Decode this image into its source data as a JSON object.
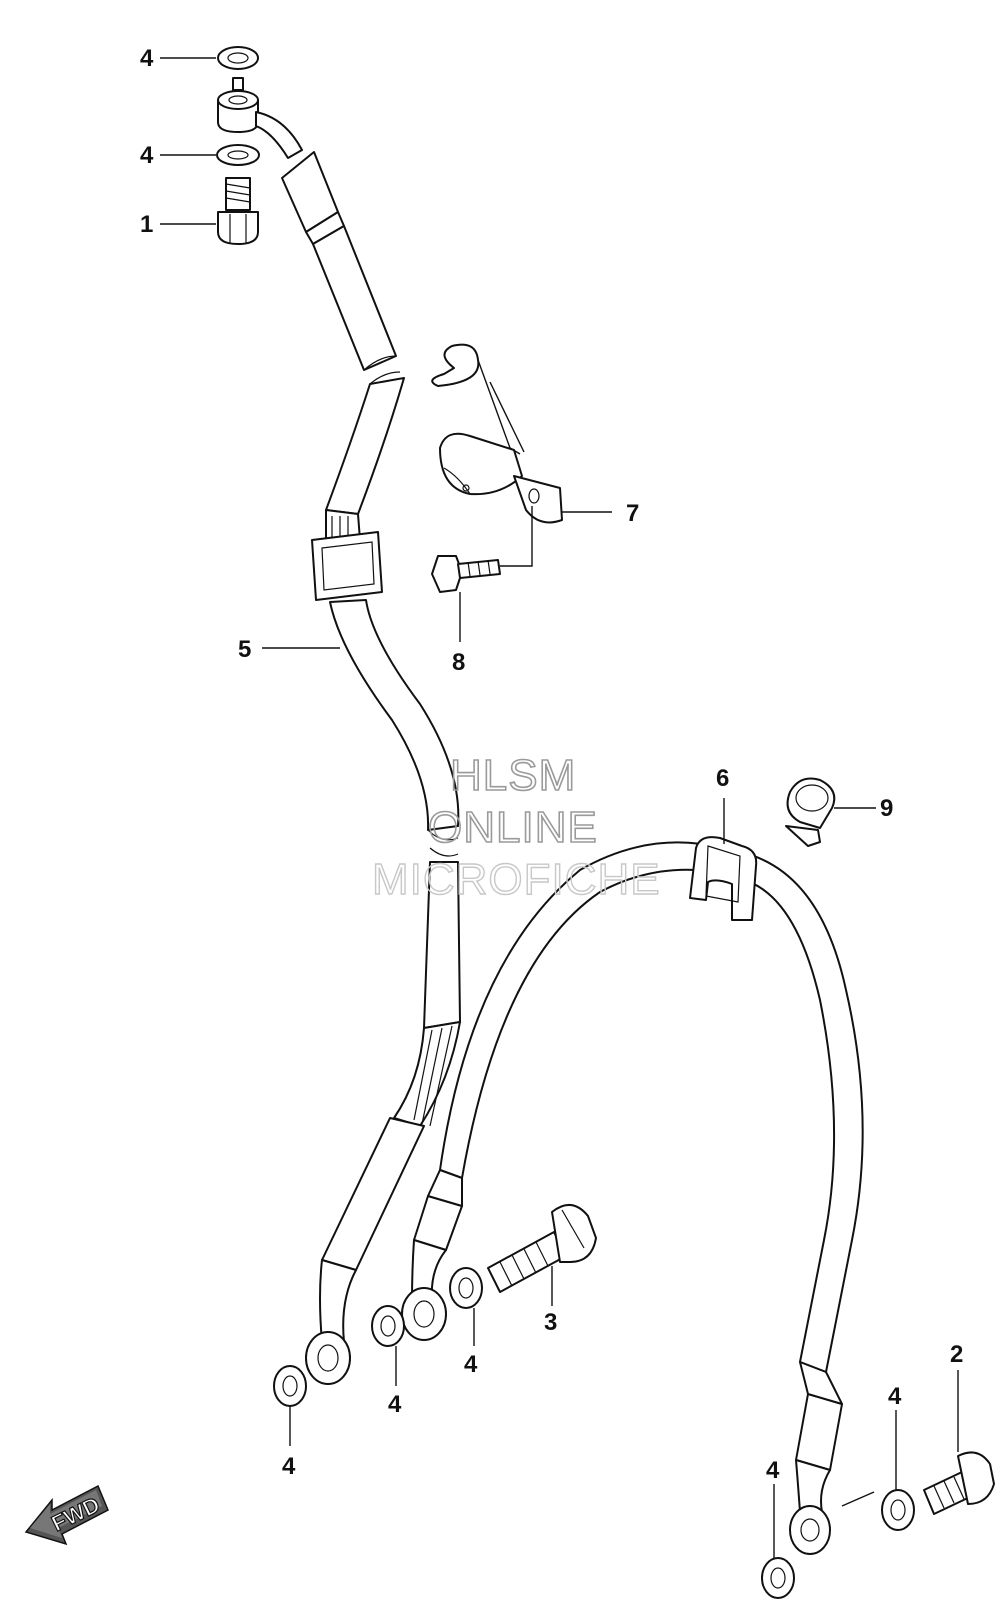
{
  "diagram": {
    "callouts": [
      {
        "id": "c-4a",
        "label": "4"
      },
      {
        "id": "c-4b",
        "label": "4"
      },
      {
        "id": "c-1",
        "label": "1"
      },
      {
        "id": "c-7",
        "label": "7"
      },
      {
        "id": "c-8",
        "label": "8"
      },
      {
        "id": "c-5",
        "label": "5"
      },
      {
        "id": "c-6",
        "label": "6"
      },
      {
        "id": "c-9",
        "label": "9"
      },
      {
        "id": "c-3",
        "label": "3"
      },
      {
        "id": "c-4c",
        "label": "4"
      },
      {
        "id": "c-4d",
        "label": "4"
      },
      {
        "id": "c-4e",
        "label": "4"
      },
      {
        "id": "c-2",
        "label": "2"
      },
      {
        "id": "c-4f",
        "label": "4"
      },
      {
        "id": "c-4g",
        "label": "4"
      }
    ],
    "watermark": {
      "line1": "HLSM",
      "line2": "ONLINE",
      "line3": "MICROFICHE"
    },
    "direction_badge": "FWD"
  }
}
